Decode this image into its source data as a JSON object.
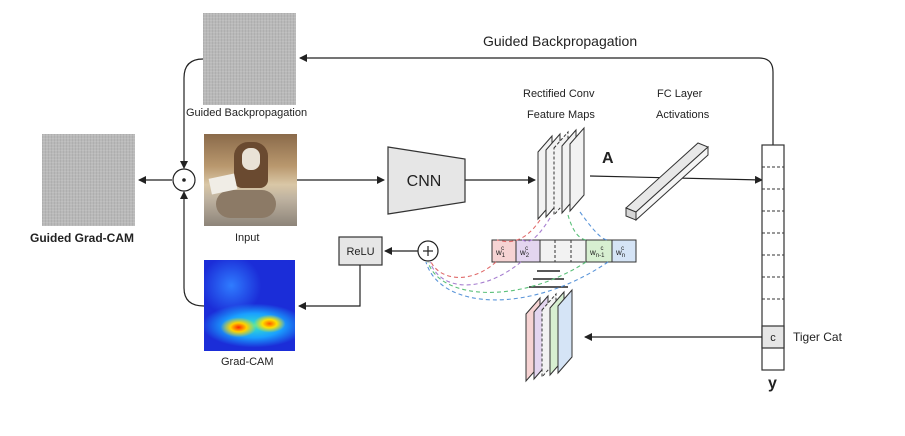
{
  "labels": {
    "guided_backprop_top": "Guided Backpropagation",
    "guided_backprop_img": "Guided Backpropagation",
    "guided_gradcam": "Guided Grad-CAM",
    "input": "Input",
    "gradcam": "Grad-CAM",
    "cnn": "CNN",
    "relu": "ReLU",
    "rect_conv_line1": "Rectified Conv",
    "rect_conv_line2": "Feature Maps",
    "fc_line1": "FC Layer",
    "fc_line2": "Activations",
    "A": "A",
    "y": "y",
    "tiger_cat": "Tiger Cat",
    "class_c": "c"
  },
  "weights": [
    {
      "sym": "w",
      "sub": "1",
      "sup": "c",
      "color": "#f6d3d3"
    },
    {
      "sym": "w",
      "sub": "2",
      "sup": "c",
      "color": "#e3d5ef"
    },
    {
      "sym": "",
      "sub": "",
      "sup": "",
      "color": "#f2f2f2"
    },
    {
      "sym": "w",
      "sub": "n-1",
      "sup": "c",
      "color": "#d7efd1"
    },
    {
      "sym": "w",
      "sub": "n",
      "sup": "c",
      "color": "#d5e4f6"
    }
  ],
  "colors": {
    "arrow": "#222222",
    "box_fill": "#e6e6e6",
    "red": "#e06b6b",
    "purple": "#a77fd0",
    "green": "#5cc07a",
    "blue": "#5a95d9"
  }
}
